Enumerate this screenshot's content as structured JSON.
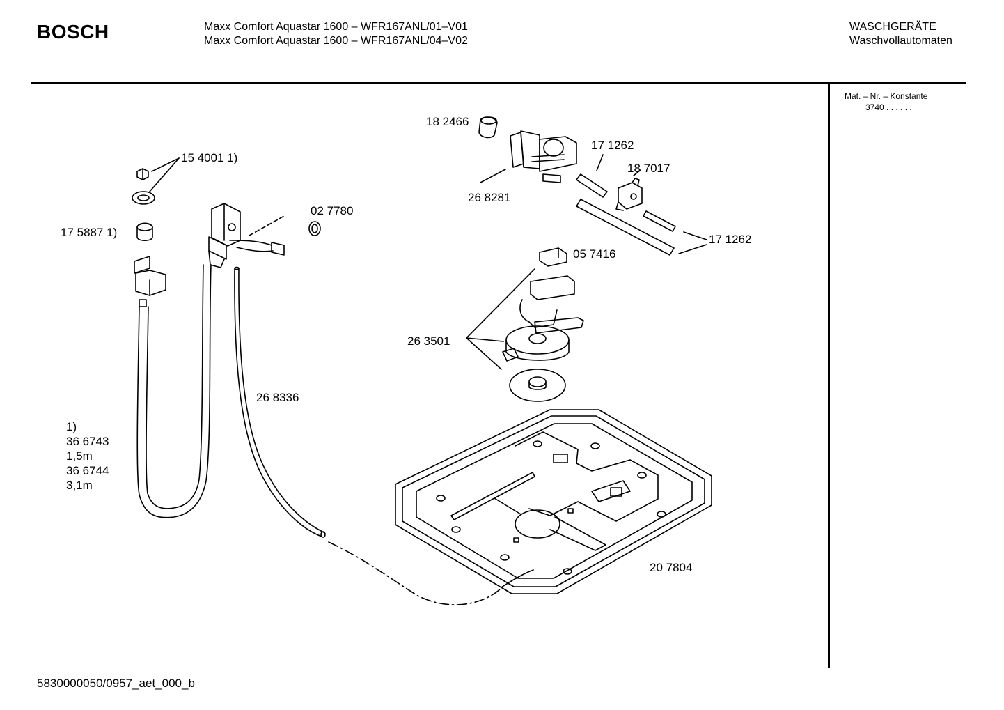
{
  "header": {
    "brand": "BOSCH",
    "model_line1": "Maxx Comfort Aquastar 1600 – WFR167ANL/01–V01",
    "model_line2": "Maxx Comfort Aquastar 1600 – WFR167ANL/04–V02",
    "category": "WASCHGERÄTE",
    "subcategory": "Waschvollautomaten"
  },
  "sidebar": {
    "material_label": "Mat. – Nr. – Konstante",
    "material_value": "3740  .  .  .  .  .  ."
  },
  "parts": {
    "p154001": "15 4001 1)",
    "p175887": "17 5887 1)",
    "p027780": "02 7780",
    "p182466": "18 2466",
    "p268281": "26 8281",
    "p171262a": "17 1262",
    "p187017": "18 7017",
    "p171262b": "17 1262",
    "p057416": "05 7416",
    "p263501": "26 3501",
    "p268336": "26 8336",
    "p207804": "20 7804"
  },
  "note": {
    "line1": "1)",
    "line2": "36 6743",
    "line3": "1,5m",
    "line4": "36 6744",
    "line5": "3,1m"
  },
  "footer": {
    "code": "5830000050/0957_aet_000_b"
  }
}
